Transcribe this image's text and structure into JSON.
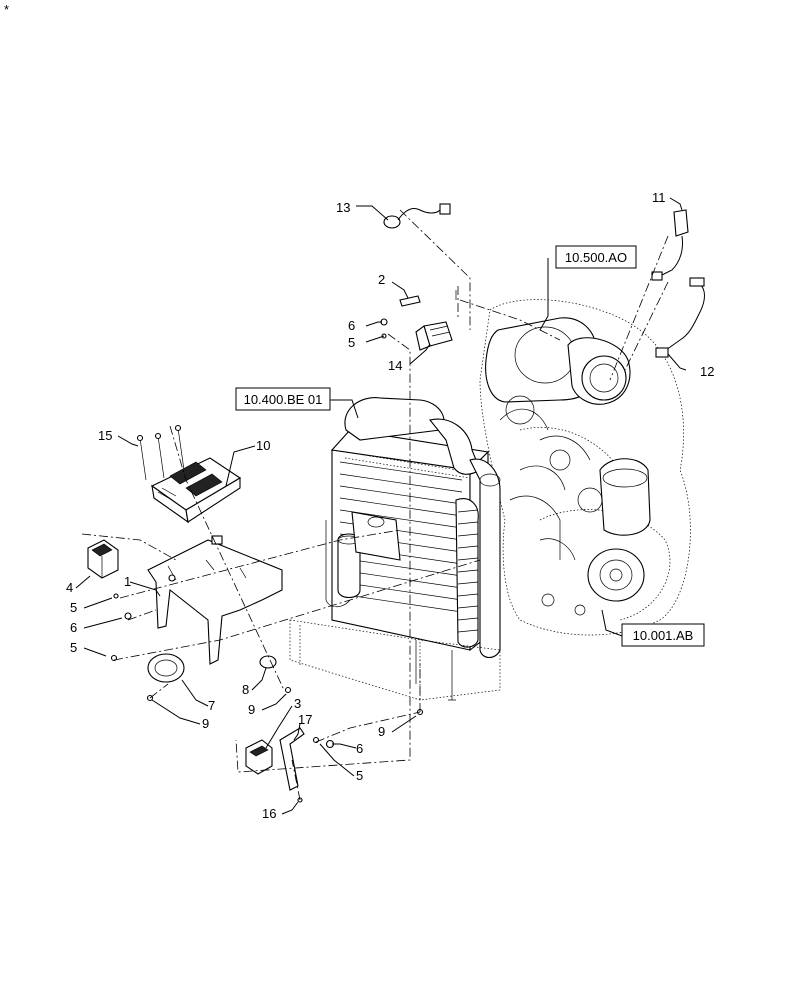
{
  "callouts": {
    "c1": "1",
    "c2": "2",
    "c3": "3",
    "c4": "4",
    "c5a": "5",
    "c5b": "5",
    "c5c": "5",
    "c5d": "5",
    "c6a": "6",
    "c6b": "6",
    "c6c": "6",
    "c7": "7",
    "c8": "8",
    "c9a": "9",
    "c9b": "9",
    "c9c": "9",
    "c10": "10",
    "c11": "11",
    "c12": "12",
    "c13": "13",
    "c14": "14",
    "c15": "15",
    "c16": "16",
    "c17": "17"
  },
  "references": {
    "r1": "10.500.AO",
    "r2": "10.400.BE 01",
    "r3": "10.001.AB"
  },
  "corner_mark": "*"
}
